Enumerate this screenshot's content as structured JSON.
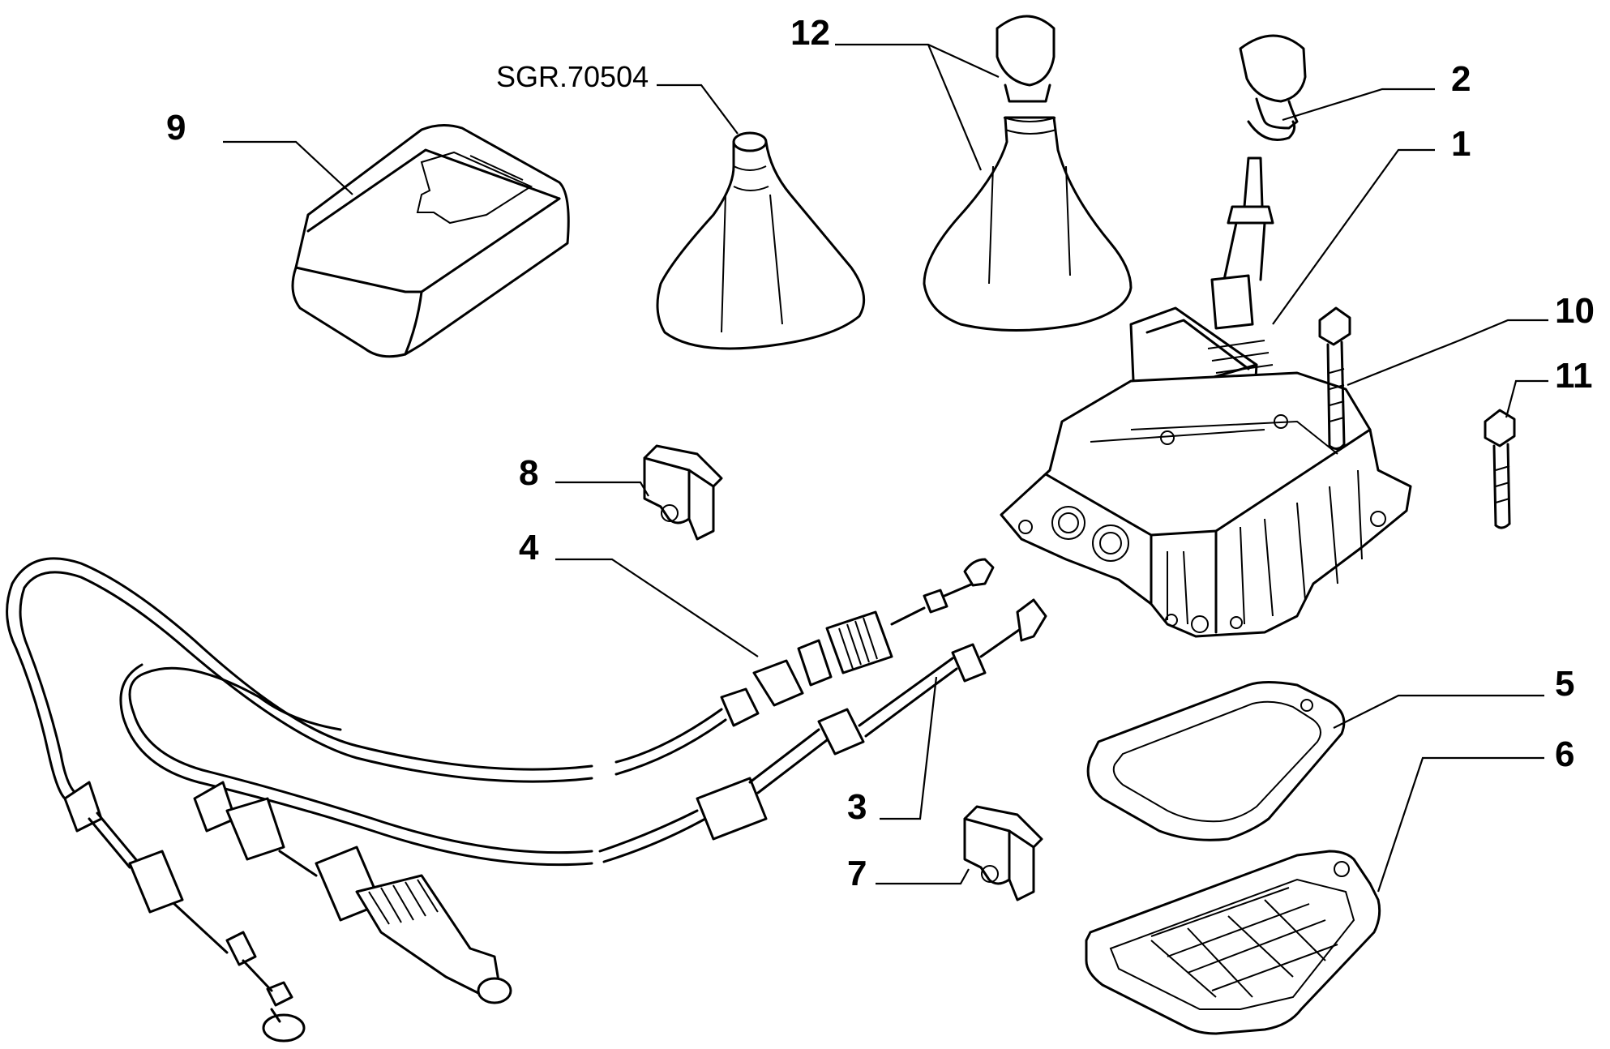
{
  "reference_code": "SGR.70504",
  "callouts": {
    "c1": "1",
    "c2": "2",
    "c3": "3",
    "c4": "4",
    "c5": "5",
    "c6": "6",
    "c7": "7",
    "c8": "8",
    "c9": "9",
    "c10": "10",
    "c11": "11",
    "c12": "12"
  }
}
